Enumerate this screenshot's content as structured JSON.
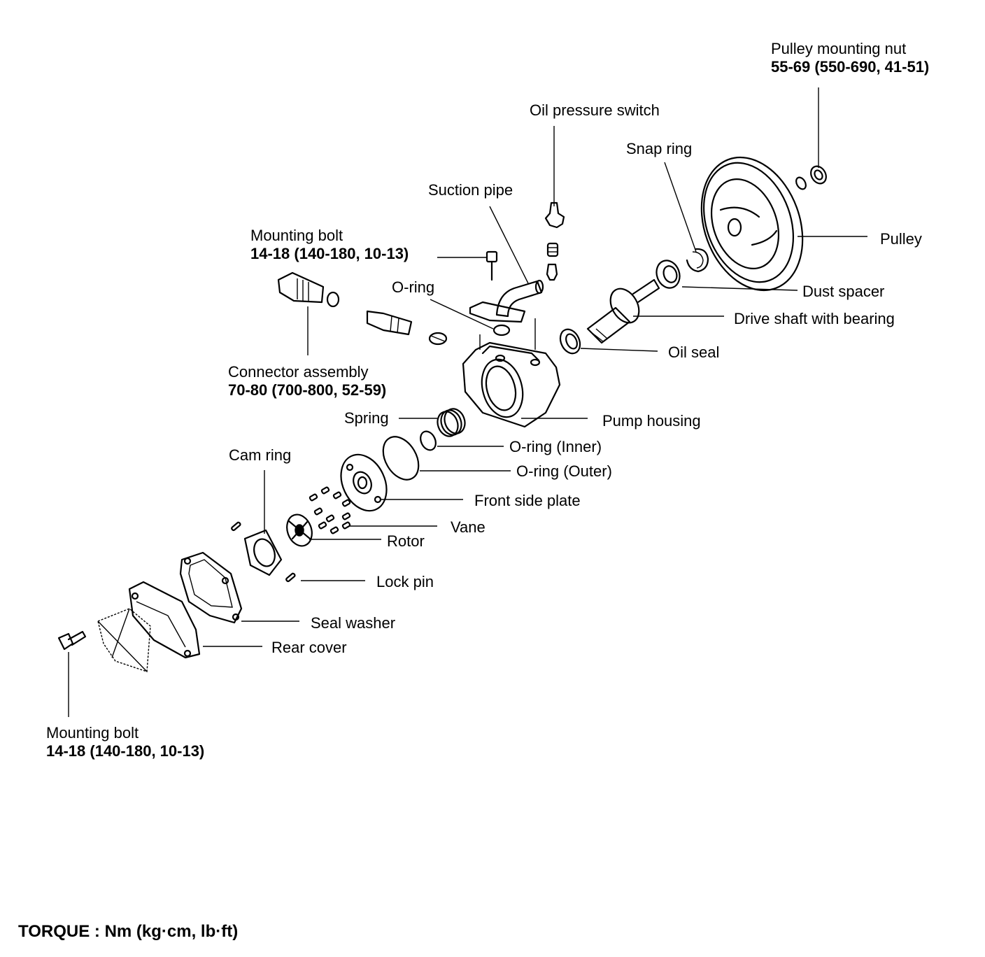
{
  "labels": {
    "pulley_nut": {
      "name": "Pulley mounting nut",
      "torque": "55-69 (550-690, 41-51)"
    },
    "oil_pressure_switch": {
      "name": "Oil pressure switch"
    },
    "snap_ring": {
      "name": "Snap ring"
    },
    "suction_pipe": {
      "name": "Suction pipe"
    },
    "pulley": {
      "name": "Pulley"
    },
    "mounting_bolt_top": {
      "name": "Mounting bolt",
      "torque": "14-18 (140-180, 10-13)"
    },
    "o_ring": {
      "name": "O-ring"
    },
    "dust_spacer": {
      "name": "Dust spacer"
    },
    "drive_shaft": {
      "name": "Drive shaft with bearing"
    },
    "oil_seal": {
      "name": "Oil seal"
    },
    "connector_assembly": {
      "name": "Connector assembly",
      "torque": "70-80 (700-800, 52-59)"
    },
    "spring": {
      "name": "Spring"
    },
    "pump_housing": {
      "name": "Pump housing"
    },
    "o_ring_inner": {
      "name": "O-ring (Inner)"
    },
    "cam_ring": {
      "name": "Cam ring"
    },
    "o_ring_outer": {
      "name": "O-ring (Outer)"
    },
    "front_side_plate": {
      "name": "Front side plate"
    },
    "vane": {
      "name": "Vane"
    },
    "rotor": {
      "name": "Rotor"
    },
    "lock_pin": {
      "name": "Lock pin"
    },
    "seal_washer": {
      "name": "Seal washer"
    },
    "rear_cover": {
      "name": "Rear cover"
    },
    "mounting_bolt_bottom": {
      "name": "Mounting bolt",
      "torque": "14-18 (140-180, 10-13)"
    }
  },
  "footer": "TORQUE : Nm (kg·cm, lb·ft)"
}
